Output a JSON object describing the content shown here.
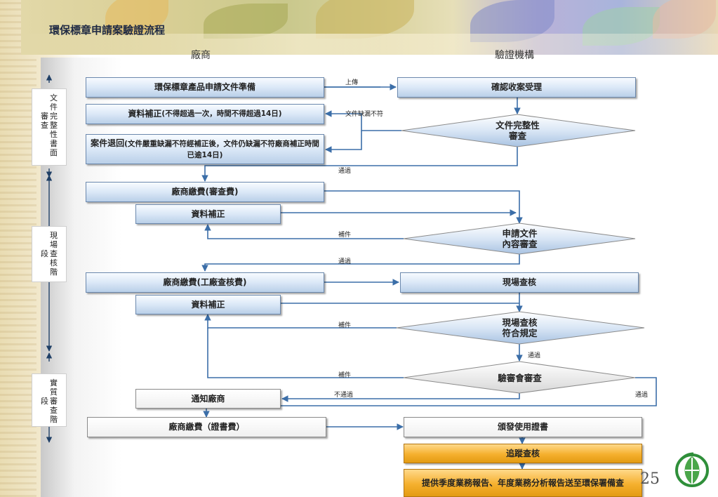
{
  "page": {
    "title": "環保標章申請案驗證流程",
    "page_number": "25"
  },
  "columns": {
    "applicant": "廠商",
    "verifier": "驗證機構"
  },
  "stages": [
    {
      "lines": [
        "文件",
        "完整",
        "性書面審查"
      ],
      "cols": [
        "文件完整性書面",
        "審查"
      ]
    },
    {
      "cols": [
        "現場查核階",
        "段"
      ]
    },
    {
      "cols": [
        "實質審查階",
        "段"
      ]
    }
  ],
  "boxes": {
    "prepare_docs": "環保標章產品申請文件準備",
    "supplement_1_main": "資料補正",
    "supplement_1_note": "(不得超過一次，時間不得超過14日)",
    "returned_main": "案件退回",
    "returned_note": "(文件嚴重缺漏不符經補正後，文件仍缺漏不符廠商補正時間已逾14日)",
    "pay_review": "廠商繳費(審查費)",
    "supplement_2": "資料補正",
    "pay_audit": "廠商繳費(工廠查核費)",
    "supplement_3": "資料補正",
    "notify": "通知廠商",
    "pay_cert": "廠商繳費（證書費）",
    "receive": "確認收案受理",
    "site_audit": "現場查核",
    "issue_cert": "頒發使用證書",
    "follow_up": "追蹤查核",
    "report": "提供季度業務報告、年度業務分析報告送至環保署備查"
  },
  "diamonds": {
    "doc_check": [
      "文件完整性",
      "審查"
    ],
    "content_check": [
      "申請文件",
      "內容審查"
    ],
    "site_check": [
      "現場查核",
      "符合規定"
    ],
    "committee": [
      "驗審會審查"
    ]
  },
  "edge_labels": {
    "upload": "上傳",
    "missing": "文件缺漏不符",
    "pass1": "通過",
    "supplement_a": "補件",
    "pass2": "通過",
    "supplement_b": "補件",
    "pass3": "通過",
    "supplement_c": "補件",
    "fail": "不通過",
    "pass4": "通過"
  },
  "colors": {
    "arrow": "#3b6ea8",
    "box_border": "#6b88ad",
    "orange": "#f5b02e"
  }
}
